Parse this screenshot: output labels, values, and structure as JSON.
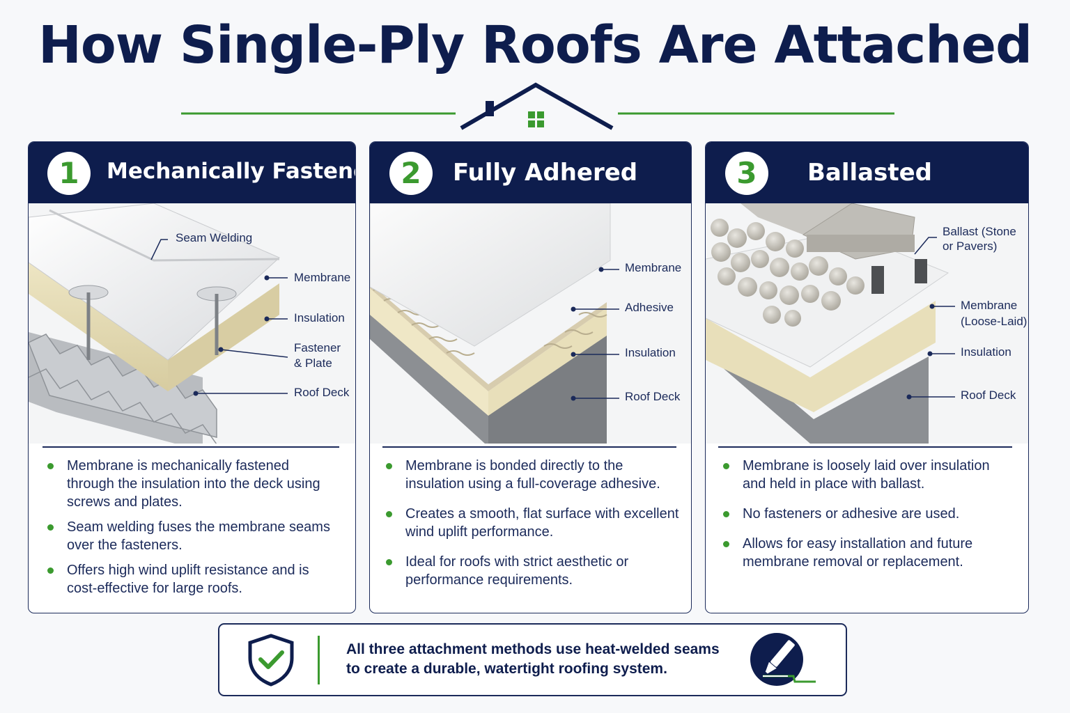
{
  "title": "How Single-Ply Roofs Are Attached",
  "cards": [
    {
      "number": "1",
      "title": "Mechanically Fastened",
      "labels": [
        "Seam Welding",
        "Membrane",
        "Insulation",
        "Fastener",
        "& Plate",
        "Roof Deck"
      ],
      "bullets": [
        "Membrane is mechanically fastened through the insulation into the deck using screws and plates.",
        "Seam welding fuses the membrane seams over the fasteners.",
        "Offers high wind uplift resistance and is cost-effective for large roofs."
      ]
    },
    {
      "number": "2",
      "title": "Fully Adhered",
      "labels": [
        "Membrane",
        "Adhesive",
        "Insulation",
        "Roof Deck"
      ],
      "bullets": [
        "Membrane is bonded directly to the insulation using a full-coverage adhesive.",
        "Creates a smooth, flat surface with excellent wind uplift performance.",
        "Ideal for roofs with strict aesthetic or performance requirements."
      ]
    },
    {
      "number": "3",
      "title": "Ballasted",
      "labels": [
        "Ballast (Stone",
        "or Pavers)",
        "Membrane",
        "(Loose-Laid)",
        "Insulation",
        "Roof Deck"
      ],
      "bullets": [
        "Membrane is loosely laid over insulation and held in place with ballast.",
        "No fasteners or adhesive are used.",
        "Allows for easy installation and future membrane removal or replacement."
      ]
    }
  ],
  "footer": {
    "text": "All three attachment methods use heat-welded seams to create a durable, watertight roofing system."
  },
  "colors": {
    "navy": "#0e1d4d",
    "green": "#3b9a2f",
    "insulation": "#e8dfba",
    "membrane": "#f1f2f3",
    "deck": "#8c8f93"
  },
  "icons": [
    "house-icon",
    "shield-check-icon",
    "welding-torch-icon"
  ]
}
